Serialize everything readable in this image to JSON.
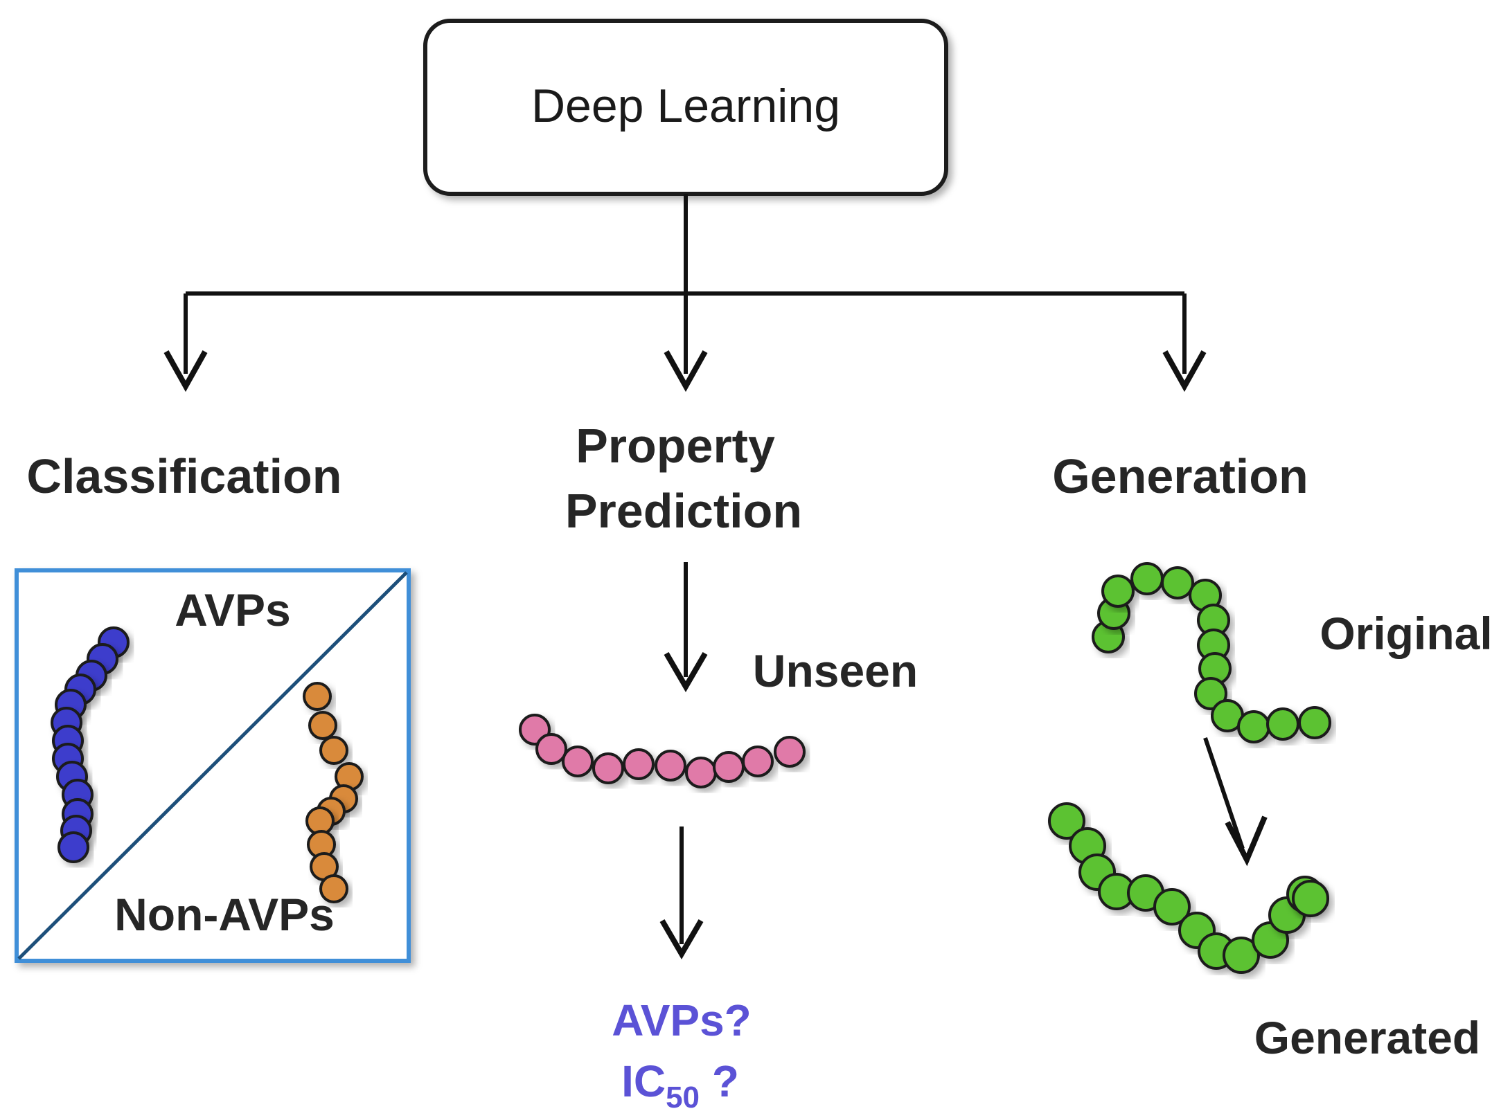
{
  "root": {
    "label": "Deep Learning"
  },
  "branches": {
    "classification": {
      "label": "Classification",
      "top_class": "AVPs",
      "bottom_class": "Non-AVPs"
    },
    "property_prediction": {
      "label_line1": "Property",
      "label_line2": "Prediction",
      "input_label": "Unseen",
      "output_line1": "AVPs?",
      "output_line2_main": "IC",
      "output_line2_sub": "50",
      "output_line2_suffix": " ?"
    },
    "generation": {
      "label": "Generation",
      "source_label": "Original",
      "result_label": "Generated"
    }
  },
  "colors": {
    "avp_bead": "#3c3ccc",
    "non_avp_bead": "#d98a3a",
    "unseen_bead": "#e07aa8",
    "generation_bead": "#5cc230",
    "panel_border": "#3f8fd8",
    "question_text": "#5b52d6"
  }
}
